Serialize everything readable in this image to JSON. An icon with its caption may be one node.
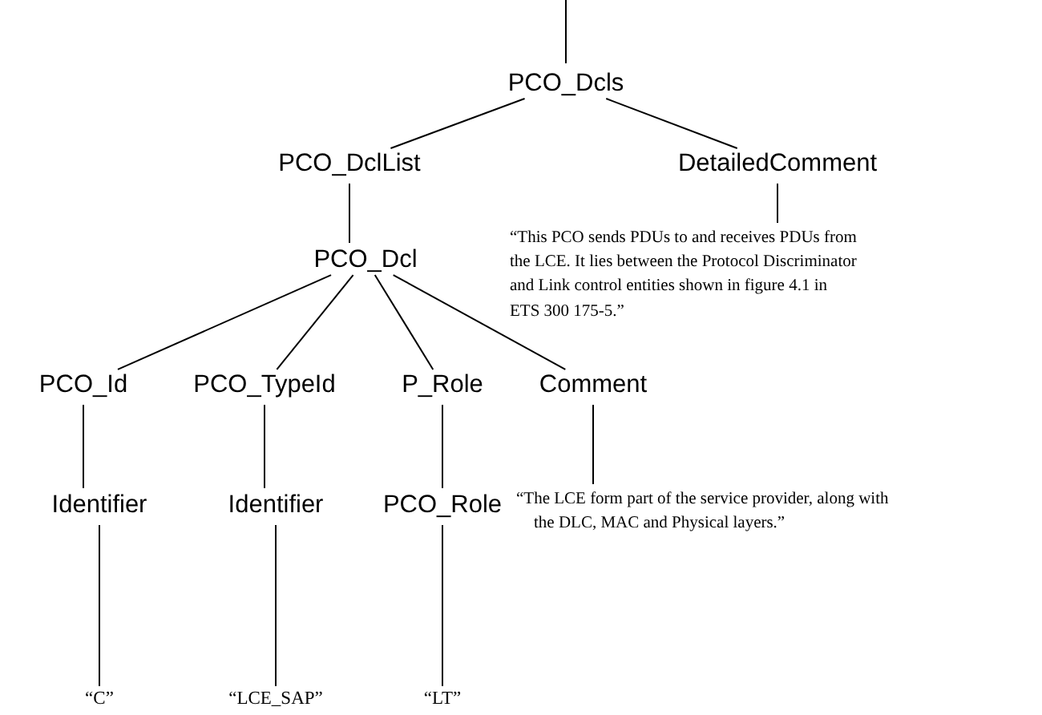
{
  "diagram": {
    "nodes": [
      {
        "text": [
          "PCO_Dcls"
        ]
      },
      {
        "text": [
          "PCO_DclList"
        ]
      },
      {
        "text": [
          "DetailedComment"
        ]
      },
      {
        "text": [
          "“This PCO sends PDUs to and receives PDUs from the LCE. It lies between the Protocol Discriminator and Link control entities shown in figure 4.1 in ETS 300 175-5.”"
        ]
      },
      {
        "text": [
          "PCO_Dcl"
        ]
      },
      {
        "text": [
          "PCO_Id"
        ]
      },
      {
        "text": [
          "PCO_TypeId"
        ]
      },
      {
        "text": [
          "P_Role"
        ]
      },
      {
        "text": [
          "Comment"
        ]
      },
      {
        "text": [
          "Identifier"
        ]
      },
      {
        "text": [
          "Identifier"
        ]
      },
      {
        "text": [
          "PCO_Role"
        ]
      },
      {
        "text": [
          "“The LCE form part of the service provider, along with the DLC, MAC and Physical layers.”"
        ]
      },
      {
        "text": [
          "“C”"
        ]
      },
      {
        "text": [
          "“LCE_SAP”"
        ]
      },
      {
        "text": [
          "“LT”"
        ]
      }
    ],
    "edges": [
      {
        "from": null,
        "to": 0,
        "arrow": "none"
      },
      {
        "from": 0,
        "to": 1,
        "arrow": "none"
      },
      {
        "from": 0,
        "to": 2,
        "arrow": "none"
      },
      {
        "from": 2,
        "to": 3,
        "arrow": "none"
      },
      {
        "from": 1,
        "to": 4,
        "arrow": "none"
      },
      {
        "from": 4,
        "to": 5,
        "arrow": "none"
      },
      {
        "from": 4,
        "to": 6,
        "arrow": "none"
      },
      {
        "from": 4,
        "to": 7,
        "arrow": "none"
      },
      {
        "from": 4,
        "to": 8,
        "arrow": "none"
      },
      {
        "from": 5,
        "to": 9,
        "arrow": "none"
      },
      {
        "from": 6,
        "to": 10,
        "arrow": "none"
      },
      {
        "from": 7,
        "to": 11,
        "arrow": "none"
      },
      {
        "from": 8,
        "to": 12,
        "arrow": "none"
      },
      {
        "from": 9,
        "to": 13,
        "arrow": "none"
      },
      {
        "from": 10,
        "to": 14,
        "arrow": "none"
      },
      {
        "from": 11,
        "to": 15,
        "arrow": "none"
      }
    ]
  }
}
